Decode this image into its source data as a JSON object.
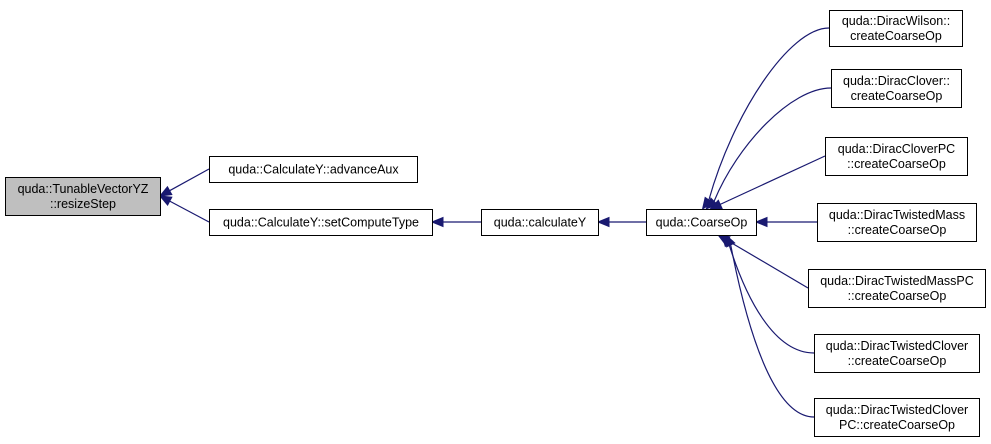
{
  "colors": {
    "edge": "#191970",
    "node_fill": "#ffffff",
    "highlight_fill": "#bfbfbf",
    "node_border": "#000000"
  },
  "nodes": [
    {
      "id": "tunable",
      "lines": [
        "quda::TunableVectorYZ",
        "::resizeStep"
      ],
      "highlight": true
    },
    {
      "id": "advanceAux",
      "lines": [
        "quda::CalculateY::advanceAux"
      ],
      "highlight": false
    },
    {
      "id": "setComputeType",
      "lines": [
        "quda::CalculateY::setComputeType"
      ],
      "highlight": false
    },
    {
      "id": "calculateY",
      "lines": [
        "quda::calculateY"
      ],
      "highlight": false
    },
    {
      "id": "coarseOp",
      "lines": [
        "quda::CoarseOp"
      ],
      "highlight": false
    },
    {
      "id": "wilson",
      "lines": [
        "quda::DiracWilson::",
        "createCoarseOp"
      ],
      "highlight": false
    },
    {
      "id": "clover",
      "lines": [
        "quda::DiracClover::",
        "createCoarseOp"
      ],
      "highlight": false
    },
    {
      "id": "cloverPC",
      "lines": [
        "quda::DiracCloverPC",
        "::createCoarseOp"
      ],
      "highlight": false
    },
    {
      "id": "twistedMass",
      "lines": [
        "quda::DiracTwistedMass",
        "::createCoarseOp"
      ],
      "highlight": false
    },
    {
      "id": "twistedMassPC",
      "lines": [
        "quda::DiracTwistedMassPC",
        "::createCoarseOp"
      ],
      "highlight": false
    },
    {
      "id": "twistedClover",
      "lines": [
        "quda::DiracTwistedClover",
        "::createCoarseOp"
      ],
      "highlight": false
    },
    {
      "id": "twistedCloverPC",
      "lines": [
        "quda::DiracTwistedClover",
        "PC::createCoarseOp"
      ],
      "highlight": false
    }
  ],
  "edges": [
    {
      "from": "advanceAux",
      "to": "tunable"
    },
    {
      "from": "setComputeType",
      "to": "tunable"
    },
    {
      "from": "calculateY",
      "to": "setComputeType"
    },
    {
      "from": "coarseOp",
      "to": "calculateY"
    },
    {
      "from": "wilson",
      "to": "coarseOp"
    },
    {
      "from": "clover",
      "to": "coarseOp"
    },
    {
      "from": "cloverPC",
      "to": "coarseOp"
    },
    {
      "from": "twistedMass",
      "to": "coarseOp"
    },
    {
      "from": "twistedMassPC",
      "to": "coarseOp"
    },
    {
      "from": "twistedClover",
      "to": "coarseOp"
    },
    {
      "from": "twistedCloverPC",
      "to": "coarseOp"
    }
  ]
}
